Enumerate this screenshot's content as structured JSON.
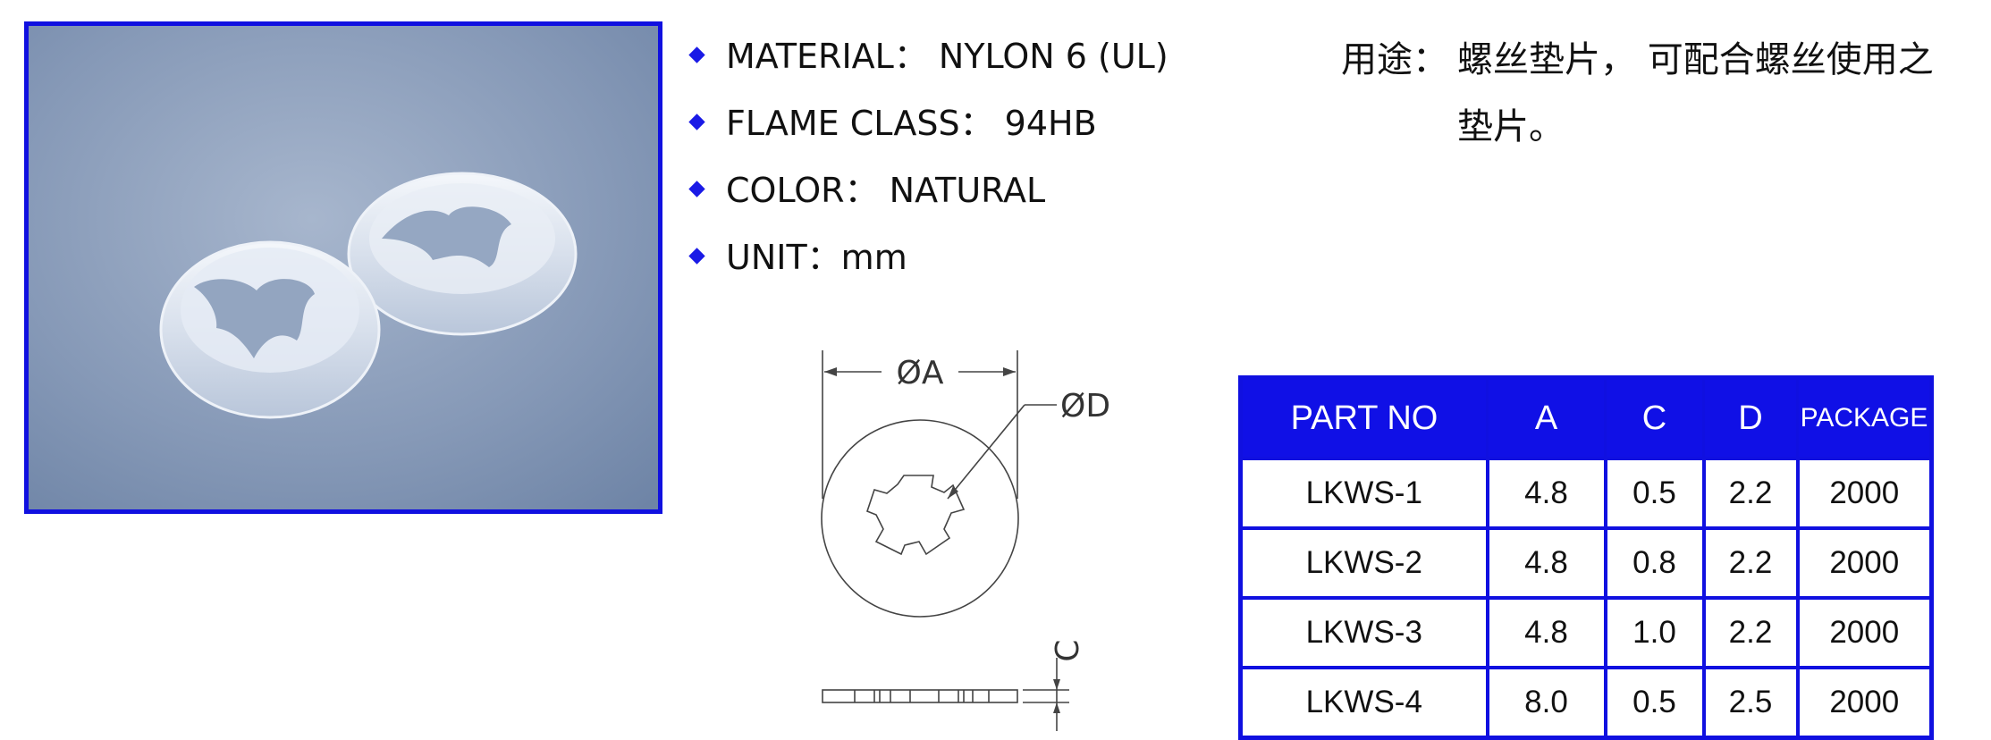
{
  "specs": [
    {
      "label": "MATERIAL：",
      "value": " NYLON 6 (UL)"
    },
    {
      "label": "FLAME CLASS：",
      "value": " 94HB"
    },
    {
      "label": "COLOR：",
      "value": " NATURAL"
    },
    {
      "label": "UNIT：",
      "value": "mm"
    }
  ],
  "usage": {
    "label": "用途：",
    "line1": "螺丝垫片， 可配合螺丝使用之",
    "line2": "垫片。"
  },
  "drawing": {
    "dim_a": "ØA",
    "dim_d": "ØD",
    "dim_c": "C"
  },
  "table": {
    "headers": [
      "PART NO",
      "A",
      "C",
      "D",
      "PACKAGE"
    ],
    "rows": [
      [
        "LKWS-1",
        "4.8",
        "0.5",
        "2.2",
        "2000"
      ],
      [
        "LKWS-2",
        "4.8",
        "0.8",
        "2.2",
        "2000"
      ],
      [
        "LKWS-3",
        "4.8",
        "1.0",
        "2.2",
        "2000"
      ],
      [
        "LKWS-4",
        "8.0",
        "0.5",
        "2.5",
        "2000"
      ]
    ]
  },
  "colors": {
    "accent_blue": "#1010e0",
    "photo_background": "#8a9fbd"
  }
}
